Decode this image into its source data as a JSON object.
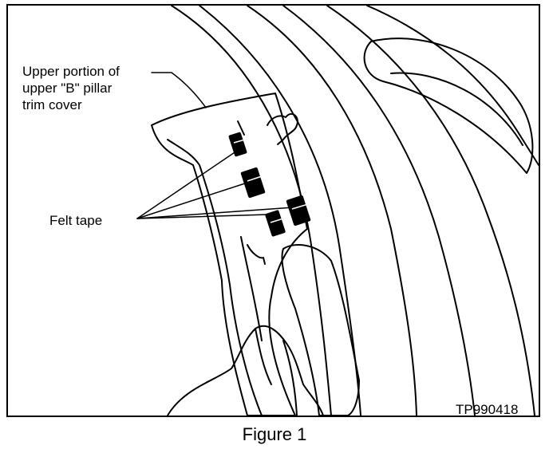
{
  "callouts": {
    "upper_portion": [
      "Upper portion of",
      "upper \"B\" pillar",
      "trim cover"
    ],
    "felt_tape": "Felt tape"
  },
  "figure_code": "TP990418",
  "caption": "Figure 1"
}
